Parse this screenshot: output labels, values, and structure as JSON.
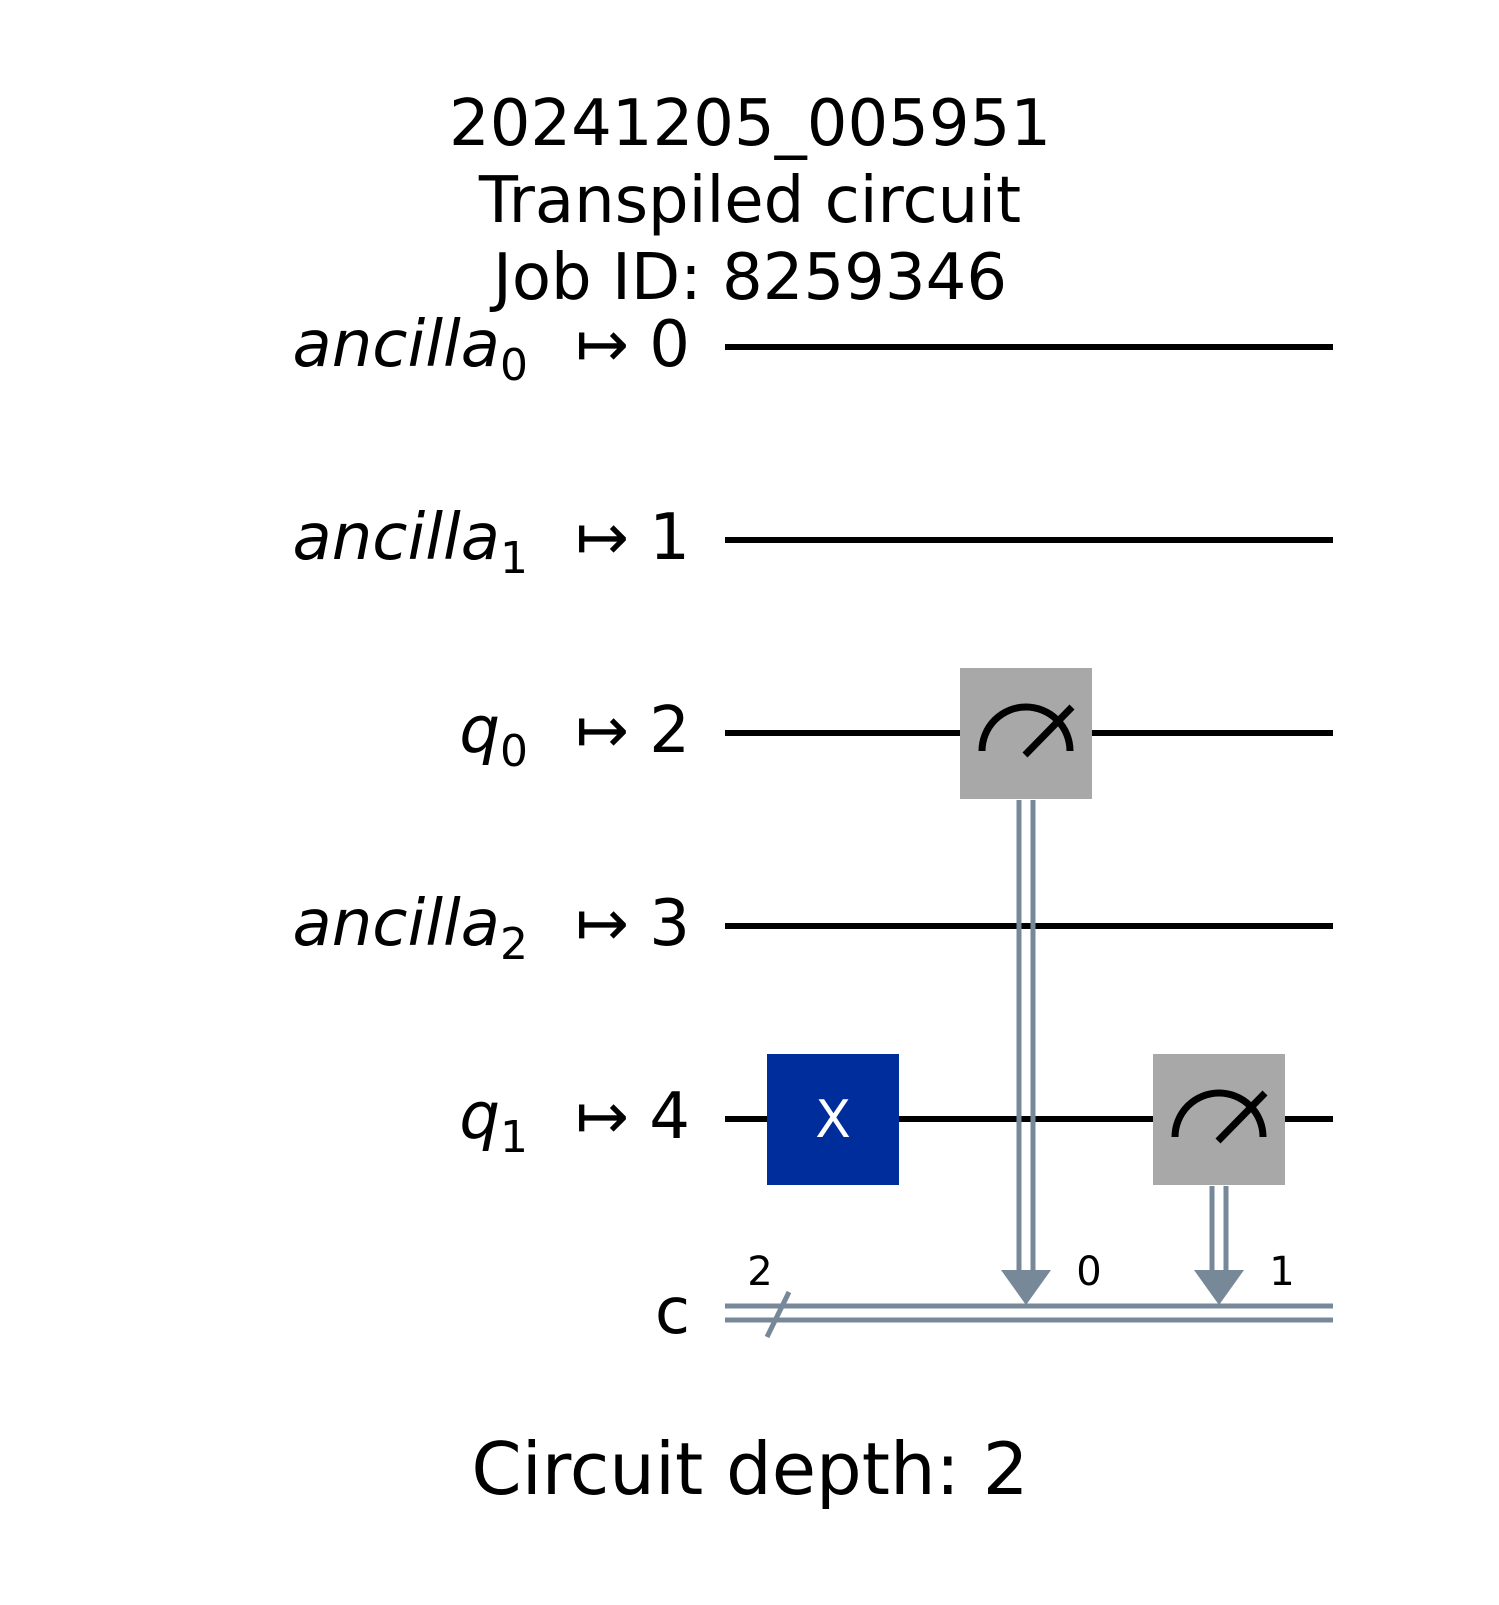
{
  "header": {
    "lines": [
      "20241205_005951",
      "Transpiled circuit",
      "Job ID: 8259346"
    ]
  },
  "qubits": [
    {
      "name": "ancilla",
      "sub": "0",
      "mapping": "↦ 0"
    },
    {
      "name": "ancilla",
      "sub": "1",
      "mapping": "↦ 1"
    },
    {
      "name": "q",
      "sub": "0",
      "mapping": "↦ 2"
    },
    {
      "name": "ancilla",
      "sub": "2",
      "mapping": "↦ 3"
    },
    {
      "name": "q",
      "sub": "1",
      "mapping": "↦ 4"
    }
  ],
  "classical_register": {
    "name": "c",
    "size": "2"
  },
  "gates": [
    {
      "type": "x",
      "label": "X",
      "qubit": 4,
      "column": 0
    },
    {
      "type": "measure",
      "qubit": 2,
      "column": 1,
      "clbit": "0"
    },
    {
      "type": "measure",
      "qubit": 4,
      "column": 2,
      "clbit": "1"
    }
  ],
  "footer": {
    "text": "Circuit depth: 2"
  },
  "colors": {
    "wire": "#000000",
    "classical_wire": "#778899",
    "x_gate": "#002d9c",
    "measure_gate": "#a8a8a8"
  },
  "icons": {
    "measure": "meter-icon",
    "bundle": "slash-icon"
  }
}
